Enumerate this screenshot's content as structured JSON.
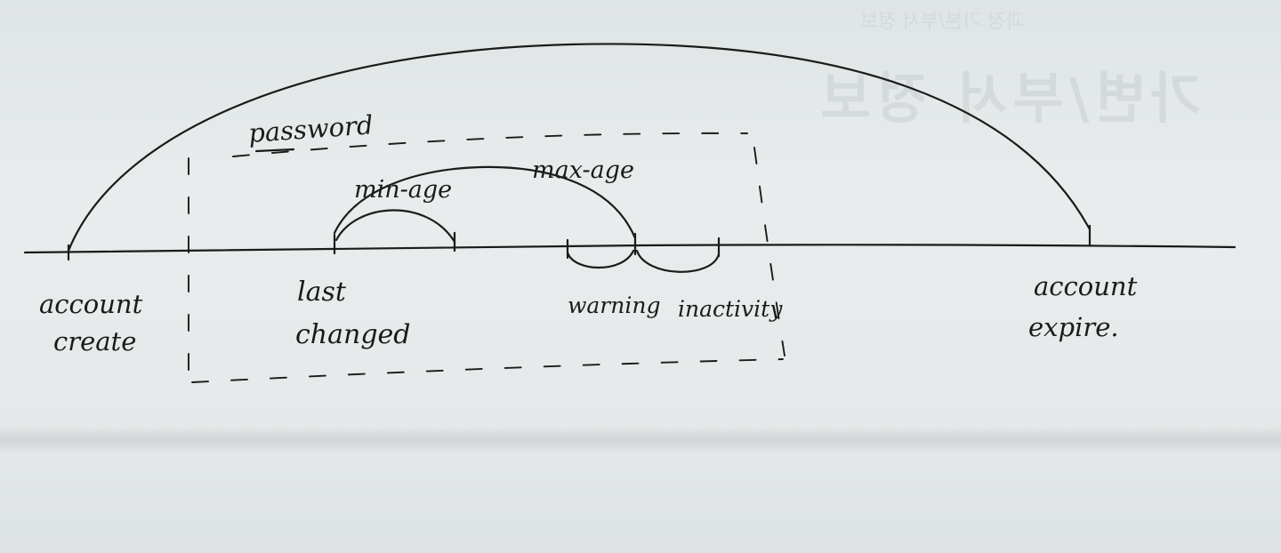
{
  "labels": {
    "account_create": [
      "account",
      "create"
    ],
    "last_changed": [
      "last",
      "changed"
    ],
    "warning": "warning",
    "inactivity": "inactivity",
    "account_expire": [
      "account",
      "expire."
    ],
    "password": "password",
    "min_age": "min-age",
    "max_age": "max-age"
  },
  "background_text": {
    "large": "가변/부서 정보",
    "small": "과정 기본/부서 정보"
  },
  "colors": {
    "ink": "#1b1b1b",
    "paper": "#e4e8e9"
  }
}
